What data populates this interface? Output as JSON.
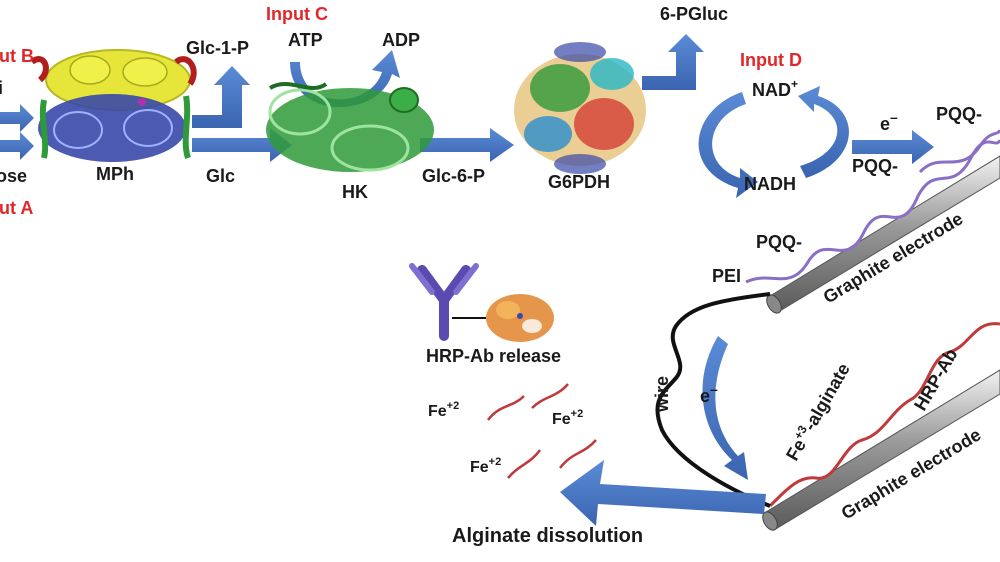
{
  "inputs": {
    "a": "Input A",
    "b": "Input B",
    "c": "Input C",
    "d": "Input D"
  },
  "labels": {
    "pi": "Pi",
    "maltose": "Maltose",
    "mph": "MPh",
    "glc1p": "Glc-1-P",
    "glc": "Glc",
    "atp": "ATP",
    "adp": "ADP",
    "hk": "HK",
    "glc6p": "Glc-6-P",
    "g6pdh": "G6PDH",
    "pgluc": "6-PGluc",
    "nad": "NAD",
    "nad_sup": "+",
    "nadh": "NADH",
    "e_top": "e",
    "e_top_sup": "–",
    "pqq_top": "PQQ-",
    "pqq_mid": "PQQ-",
    "pqq_lower": "PQQ-",
    "pei": "PEI",
    "graphite_top": "Graphite electrode",
    "graphite_bottom": "Graphite electrode",
    "hrp_release": "HRP-Ab release",
    "fe1": "Fe",
    "fe2": "Fe",
    "fe3": "Fe",
    "fe_sup": "+2",
    "wire": "wire",
    "e_wire": "e",
    "e_wire_sup": "–",
    "fe3_alginate_pre": "Fe",
    "fe3_alginate_sup": "+3",
    "fe3_alginate_post": "-alginate",
    "hrp_ab": "HRP-Ab",
    "alginate_dissolution": "Alginate dissolution"
  },
  "colors": {
    "arrow_blue": "#4472c4",
    "input_red": "#e0282a",
    "pei_purple": "#8a6fc6",
    "alginate_red": "#c0393b",
    "antibody_purple": "#5b4bb0",
    "mph_yellow": "#e5e53a",
    "mph_blue": "#3848a8",
    "hk_green": "#2f9a3a",
    "hrp_orange": "#e0842a"
  },
  "icons": [
    "antibody-icon",
    "hrp-enzyme-icon",
    "mph-protein-icon",
    "hk-protein-icon",
    "g6pdh-protein-icon"
  ]
}
